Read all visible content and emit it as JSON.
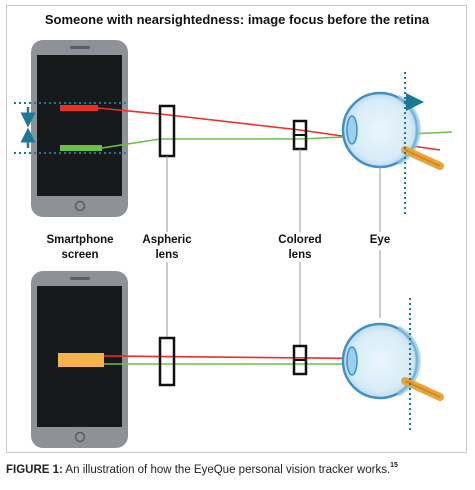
{
  "title": "Someone with nearsightedness: image focus before the retina",
  "labels": {
    "smartphone_line1": "Smartphone",
    "smartphone_line2": "screen",
    "aspheric_line1": "Aspheric",
    "aspheric_line2": "lens",
    "colored_line1": "Colored",
    "colored_line2": "lens",
    "eye": "Eye"
  },
  "caption": {
    "prefix": "FIGURE 1:",
    "text": " An illustration of how the EyeQue personal vision tracker works.",
    "ref": "15"
  },
  "colors": {
    "red_line": "#e8302a",
    "green_line": "#6cc04a",
    "orange_bar": "#f7b24a",
    "teal_arrow": "#1a7a94",
    "eye_blue": "#3f8fc8",
    "eye_light": "#cde6f4",
    "optic_nerve": "#e9a53c",
    "phone_body": "#8e9196",
    "phone_screen": "#17191b"
  }
}
